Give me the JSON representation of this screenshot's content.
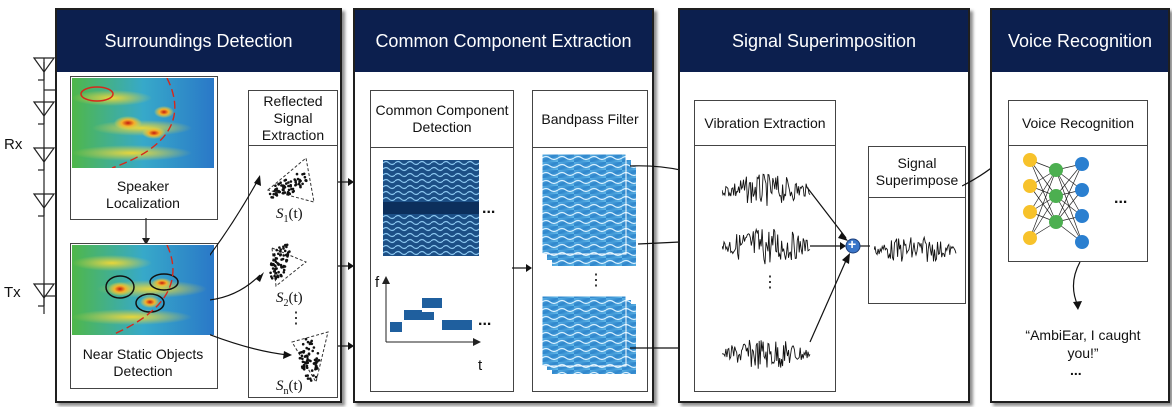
{
  "stages": {
    "surroundings": {
      "title": "Surroundings Detection"
    },
    "common": {
      "title": "Common Component Extraction"
    },
    "superposition": {
      "title": "Signal Superimposition"
    },
    "voice": {
      "title": "Voice Recognition"
    }
  },
  "antennas": {
    "rx": "Rx",
    "tx": "Tx"
  },
  "surroundings": {
    "speaker_localization": "Speaker Localization",
    "near_static": "Near Static Objects Detection",
    "reflected": "Reflected Signal Extraction",
    "s1": "S",
    "s1_sub": "1",
    "s2": "S",
    "s2_sub": "2",
    "sn": "S",
    "sn_sub": "n",
    "t_arg": "(t)",
    "vdots": "⋮"
  },
  "common": {
    "detection": "Common Component Detection",
    "bandpass": "Bandpass Filter",
    "axis_f": "f",
    "axis_t": "t",
    "ellipsis": "...",
    "vdots": "⋮"
  },
  "superposition": {
    "vibration": "Vibration Extraction",
    "superimpose": "Signal Superimpose",
    "vdots": "⋮",
    "plus": "+"
  },
  "voice": {
    "box_title": "Voice Recognition",
    "ellipsis": "...",
    "quote": "“AmbiEar, I caught you!”",
    "quote_more": "..."
  },
  "colors": {
    "header": "#0c1f4e",
    "heatmap_green": "#3bb54a",
    "heatmap_red": "#d6281b",
    "specgram_blue": "#1f5aa6",
    "bar_blue": "#1f5f9e",
    "node_yellow": "#f7c22b",
    "node_green": "#4caf50",
    "node_blue": "#2a7fd0"
  }
}
